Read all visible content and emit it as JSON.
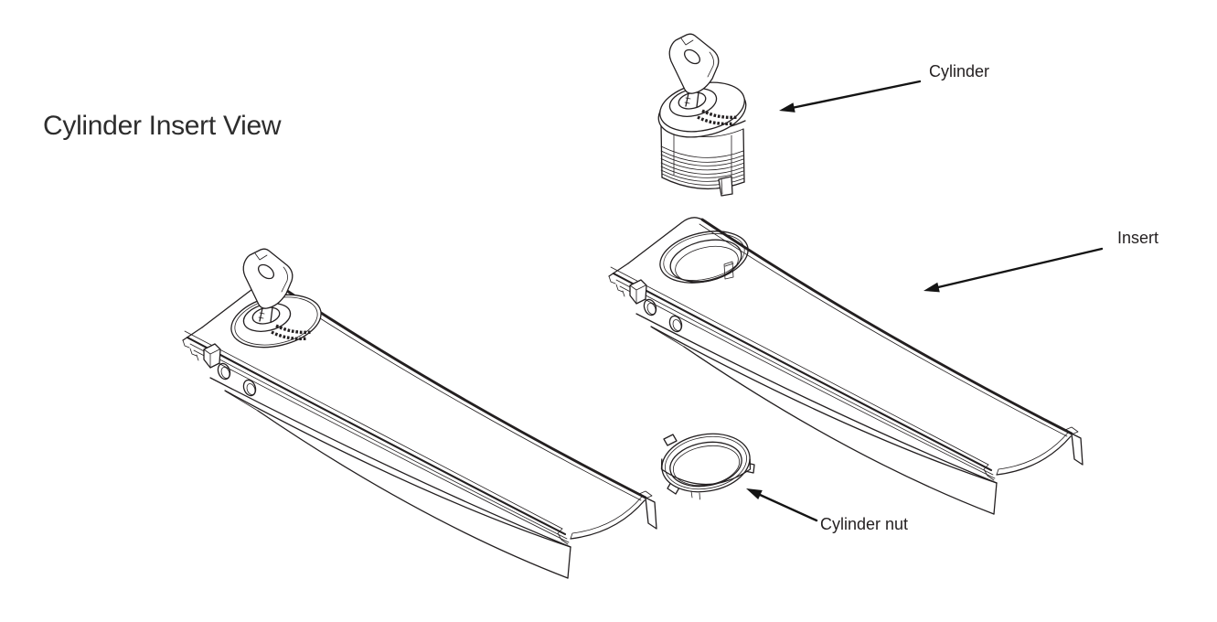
{
  "title": "Cylinder Insert View",
  "callouts": {
    "cylinder": {
      "label": "Cylinder"
    },
    "insert": {
      "label": "Insert"
    },
    "cylinder_nut": {
      "label": "Cylinder nut"
    }
  },
  "parts": {
    "cylinder": "Lock cylinder with key inserted, threaded body",
    "insert_left": "Insert rail with cylinder installed and key",
    "insert_right": "Insert rail with empty cylinder bore",
    "cylinder_nut": "Slotted ring nut"
  },
  "colors": {
    "line": "#231f20",
    "text": "#231f20",
    "title_text": "#2d2d2d",
    "background": "#ffffff"
  }
}
